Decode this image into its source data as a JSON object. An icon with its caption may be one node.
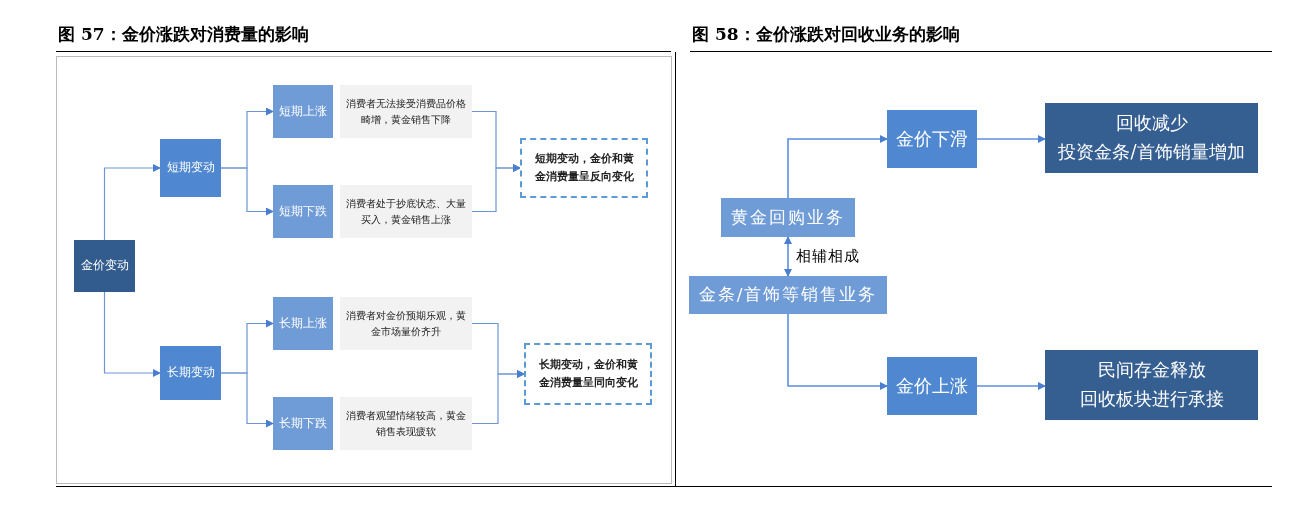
{
  "diagram": {
    "nodes": [
      {
        "text": [
          "金价变动"
        ]
      },
      {
        "text": [
          "短期变动"
        ]
      },
      {
        "text": [
          "长期变动"
        ]
      },
      {
        "text": [
          "短期上涨"
        ]
      },
      {
        "text": [
          "消费者无法接受消费品价格畸增，黄金销售下降"
        ]
      },
      {
        "text": [
          "短期下跌"
        ]
      },
      {
        "text": [
          "消费者处于抄底状态、大量买入，黄金销售上涨"
        ]
      },
      {
        "text": [
          "长期上涨"
        ]
      },
      {
        "text": [
          "消费者对金价预期乐观，黄金市场量价齐升"
        ]
      },
      {
        "text": [
          "长期下跌"
        ]
      },
      {
        "text": [
          "消费者观望情绪较高，黄金销售表现疲软"
        ]
      },
      {
        "text": [
          "短期变动，金价和黄金消费量呈反向变化"
        ]
      },
      {
        "text": [
          "长期变动，金价和黄金消费量呈同向变化"
        ]
      },
      {
        "text": [
          "金价下滑"
        ]
      },
      {
        "text": [
          "回收减少",
          "投资金条/首饰销量增加"
        ]
      },
      {
        "text": [
          "黄金回购业务"
        ]
      },
      {
        "text": [
          "金条/首饰等销售业务"
        ]
      },
      {
        "text": [
          "金价上涨"
        ]
      },
      {
        "text": [
          "民间存金释放",
          "回收板块进行承接"
        ]
      }
    ],
    "edges": [
      {
        "from": 0,
        "to": 1,
        "arrow": "to"
      },
      {
        "from": 0,
        "to": 2,
        "arrow": "to"
      },
      {
        "from": 1,
        "to": 3,
        "arrow": "to"
      },
      {
        "from": 1,
        "to": 5,
        "arrow": "to"
      },
      {
        "from": 2,
        "to": 7,
        "arrow": "to"
      },
      {
        "from": 2,
        "to": 9,
        "arrow": "to"
      },
      {
        "from": 4,
        "to": 11,
        "arrow": "to"
      },
      {
        "from": 6,
        "to": 11,
        "arrow": "to"
      },
      {
        "from": 8,
        "to": 12,
        "arrow": "to"
      },
      {
        "from": 10,
        "to": 12,
        "arrow": "to"
      },
      {
        "from": 15,
        "to": 13,
        "arrow": "to"
      },
      {
        "from": 16,
        "to": 17,
        "arrow": "to"
      },
      {
        "from": 13,
        "to": 14,
        "arrow": "to"
      },
      {
        "from": 17,
        "to": 18,
        "arrow": "to"
      },
      {
        "from": 15,
        "to": 16,
        "arrow": "both",
        "label": "相辅相成"
      }
    ],
    "labels": [
      "图 57：金价涨跌对消费量的影响",
      "图 58：金价涨跌对回收业务的影响"
    ]
  }
}
